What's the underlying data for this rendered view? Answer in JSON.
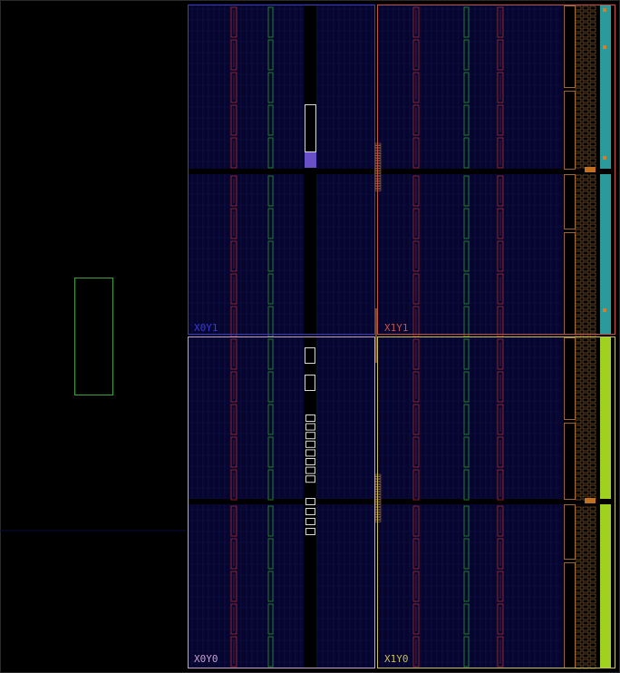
{
  "device_view": {
    "clock_regions": [
      {
        "id": "X0Y1",
        "label": "X0Y1",
        "color": "#3a3ad8"
      },
      {
        "id": "X1Y1",
        "label": "X1Y1",
        "color": "#c8504a"
      },
      {
        "id": "X0Y0",
        "label": "X0Y0",
        "color": "#c8a0d0"
      },
      {
        "id": "X1Y0",
        "label": "X1Y0",
        "color": "#c8c050"
      }
    ],
    "colors": {
      "background": "#000000",
      "fabric": "#050530",
      "fabric_grid": "#141448",
      "bram_column": "#b02a2a",
      "dsp_column": "#2a9a2a",
      "io_bank_top": "#2a9a9a",
      "io_bank_bottom": "#a0d020",
      "io_tiles": "#c08040",
      "pblock": "#3aa03a",
      "highlight_cell": "#6a50c8"
    },
    "icons": {
      "pblock": "pblock-rectangle",
      "selected_site": "selected-site-marker"
    }
  }
}
